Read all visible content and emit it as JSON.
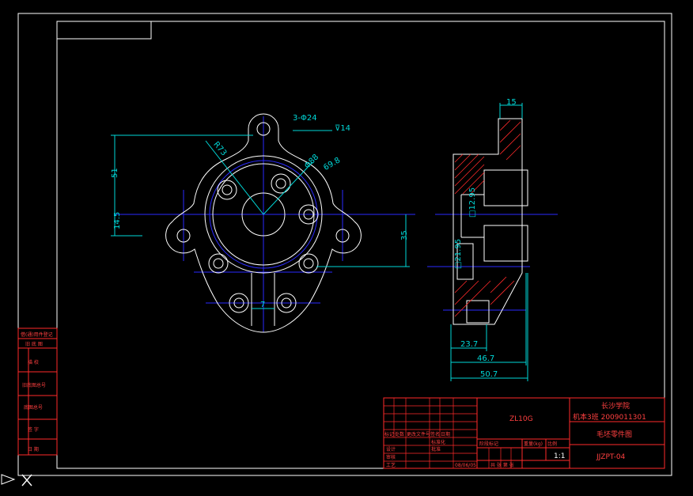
{
  "drawing": {
    "background": "#000000",
    "colors": {
      "frame": "#ffffff",
      "geometry": "#ffffff",
      "dimension": "#00d8d8",
      "centerline": "#2a2aff",
      "titleblock": "#ff2a2a",
      "hatch": "#ff2a2a",
      "text_red": "#ff4040"
    }
  },
  "front_view": {
    "dims": {
      "holes": "3-Φ24",
      "thickness": "⊽14",
      "r73": "R73",
      "d88": "Φ88",
      "angle": "69.8",
      "h51": "51",
      "h14_5": "14.5",
      "h35": "35",
      "w7": "7"
    }
  },
  "side_view": {
    "dims": {
      "w15": "15",
      "d12_95": "□12.95",
      "d21_95": "□21.95",
      "l23_7": "23.7",
      "l46_7": "46.7",
      "l50_7": "50.7"
    }
  },
  "left_strip": {
    "rows": [
      "借(通)用件登记",
      "旧 底 图",
      "描 校",
      "旧底图总号",
      "底图总号",
      "签 字",
      "日 期"
    ]
  },
  "title_block": {
    "school": "长沙学院",
    "class_id": "机本3班  2009011301",
    "model": "ZL10G",
    "part_name": "毛坯零件图",
    "drawing_no": "JJZPT-04",
    "scale": "1:1",
    "headers": [
      "标记",
      "处数",
      "更改文件号",
      "签名",
      "日期"
    ],
    "roles": [
      "设计",
      "审核",
      "工艺"
    ],
    "labels": {
      "std": "标准化",
      "approve": "批准",
      "stage_mark": "阶段标记",
      "weight": "重量(kg)",
      "ratio": "比例",
      "sheets": "共 张 第 张",
      "date": "08/06/05"
    }
  }
}
